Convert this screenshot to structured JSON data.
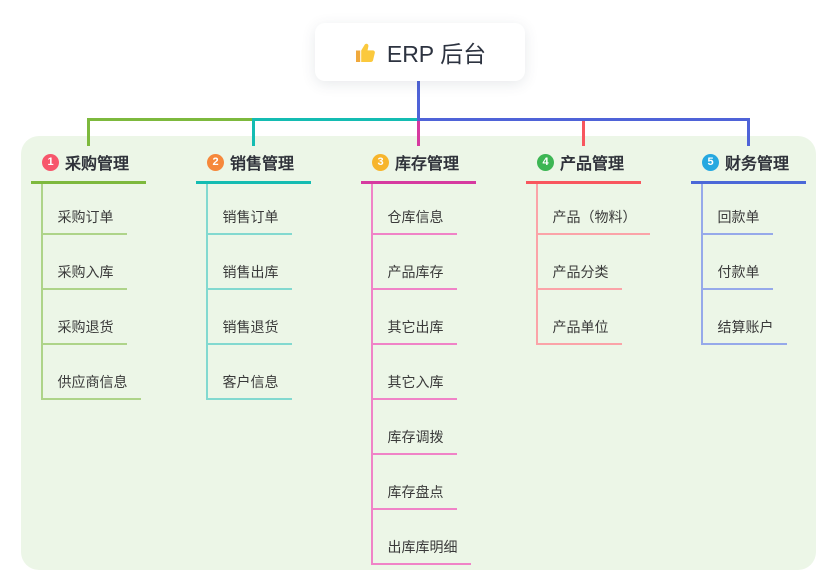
{
  "root": {
    "label": "ERP 后台",
    "icon": "thumbs-up-icon",
    "icon_colors": {
      "hand": "#fbc93d",
      "cuff": "#f0a93c"
    }
  },
  "canvas": {
    "background": "#ffffff",
    "panel_color": "#ecf6e7",
    "root_line_color": "#4f63d8"
  },
  "branches": [
    {
      "badge": "1",
      "title": "采购管理",
      "color": "#7db93d",
      "light_color": "#aed489",
      "badge_color": "#f7566b",
      "children": [
        "采购订单",
        "采购入库",
        "采购退货",
        "供应商信息"
      ]
    },
    {
      "badge": "2",
      "title": "销售管理",
      "color": "#14bcb2",
      "light_color": "#82d9d0",
      "badge_color": "#f6883b",
      "children": [
        "销售订单",
        "销售出库",
        "销售退货",
        "客户信息"
      ]
    },
    {
      "badge": "3",
      "title": "库存管理",
      "color": "#d63aa0",
      "light_color": "#f083c7",
      "badge_color": "#f7b52c",
      "children": [
        "仓库信息",
        "产品库存",
        "其它出库",
        "其它入库",
        "库存调拨",
        "库存盘点",
        "出库库明细"
      ]
    },
    {
      "badge": "4",
      "title": "产品管理",
      "color": "#f8565e",
      "light_color": "#fba3a8",
      "badge_color": "#3db654",
      "children": [
        "产品（物料）",
        "产品分类",
        "产品单位"
      ]
    },
    {
      "badge": "5",
      "title": "财务管理",
      "color": "#4b68d8",
      "light_color": "#96a9ea",
      "badge_color": "#25a8e0",
      "children": [
        "回款单",
        "付款单",
        "结算账户"
      ]
    }
  ]
}
